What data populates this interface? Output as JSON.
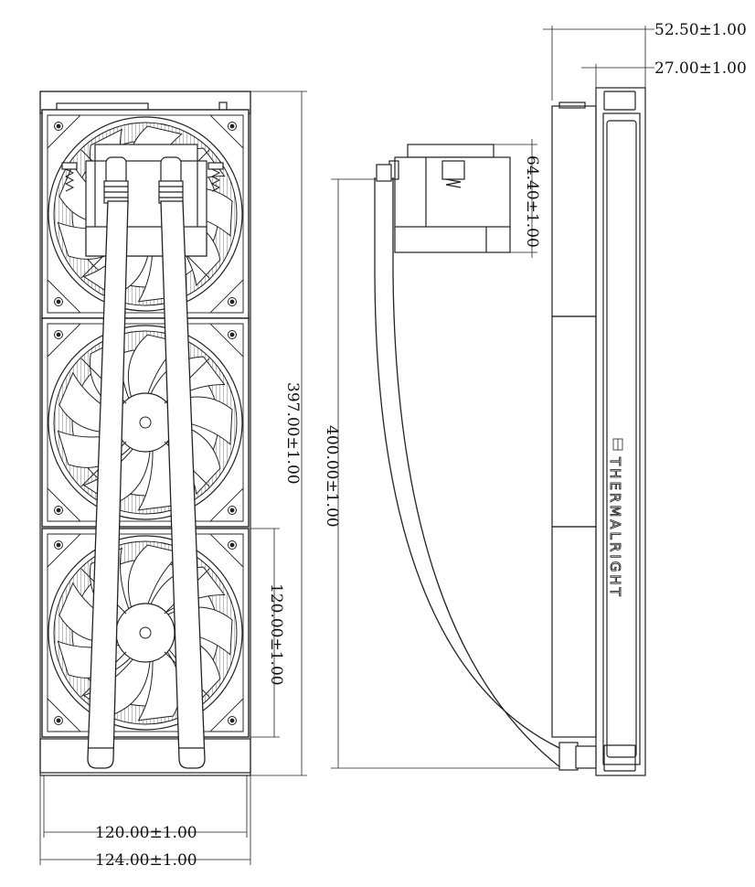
{
  "drawing": {
    "brand": "THERMALRIGHT",
    "dimensions": {
      "outer_depth": "52.50±1.00",
      "radiator_depth": "27.00±1.00",
      "pump_height": "64.40±1.00",
      "radiator_length": "397.00±1.00",
      "tube_length": "400.00±1.00",
      "fan_size": "120.00±1.00",
      "fan_width": "120.00±1.00",
      "radiator_width": "124.00±1.00"
    }
  }
}
